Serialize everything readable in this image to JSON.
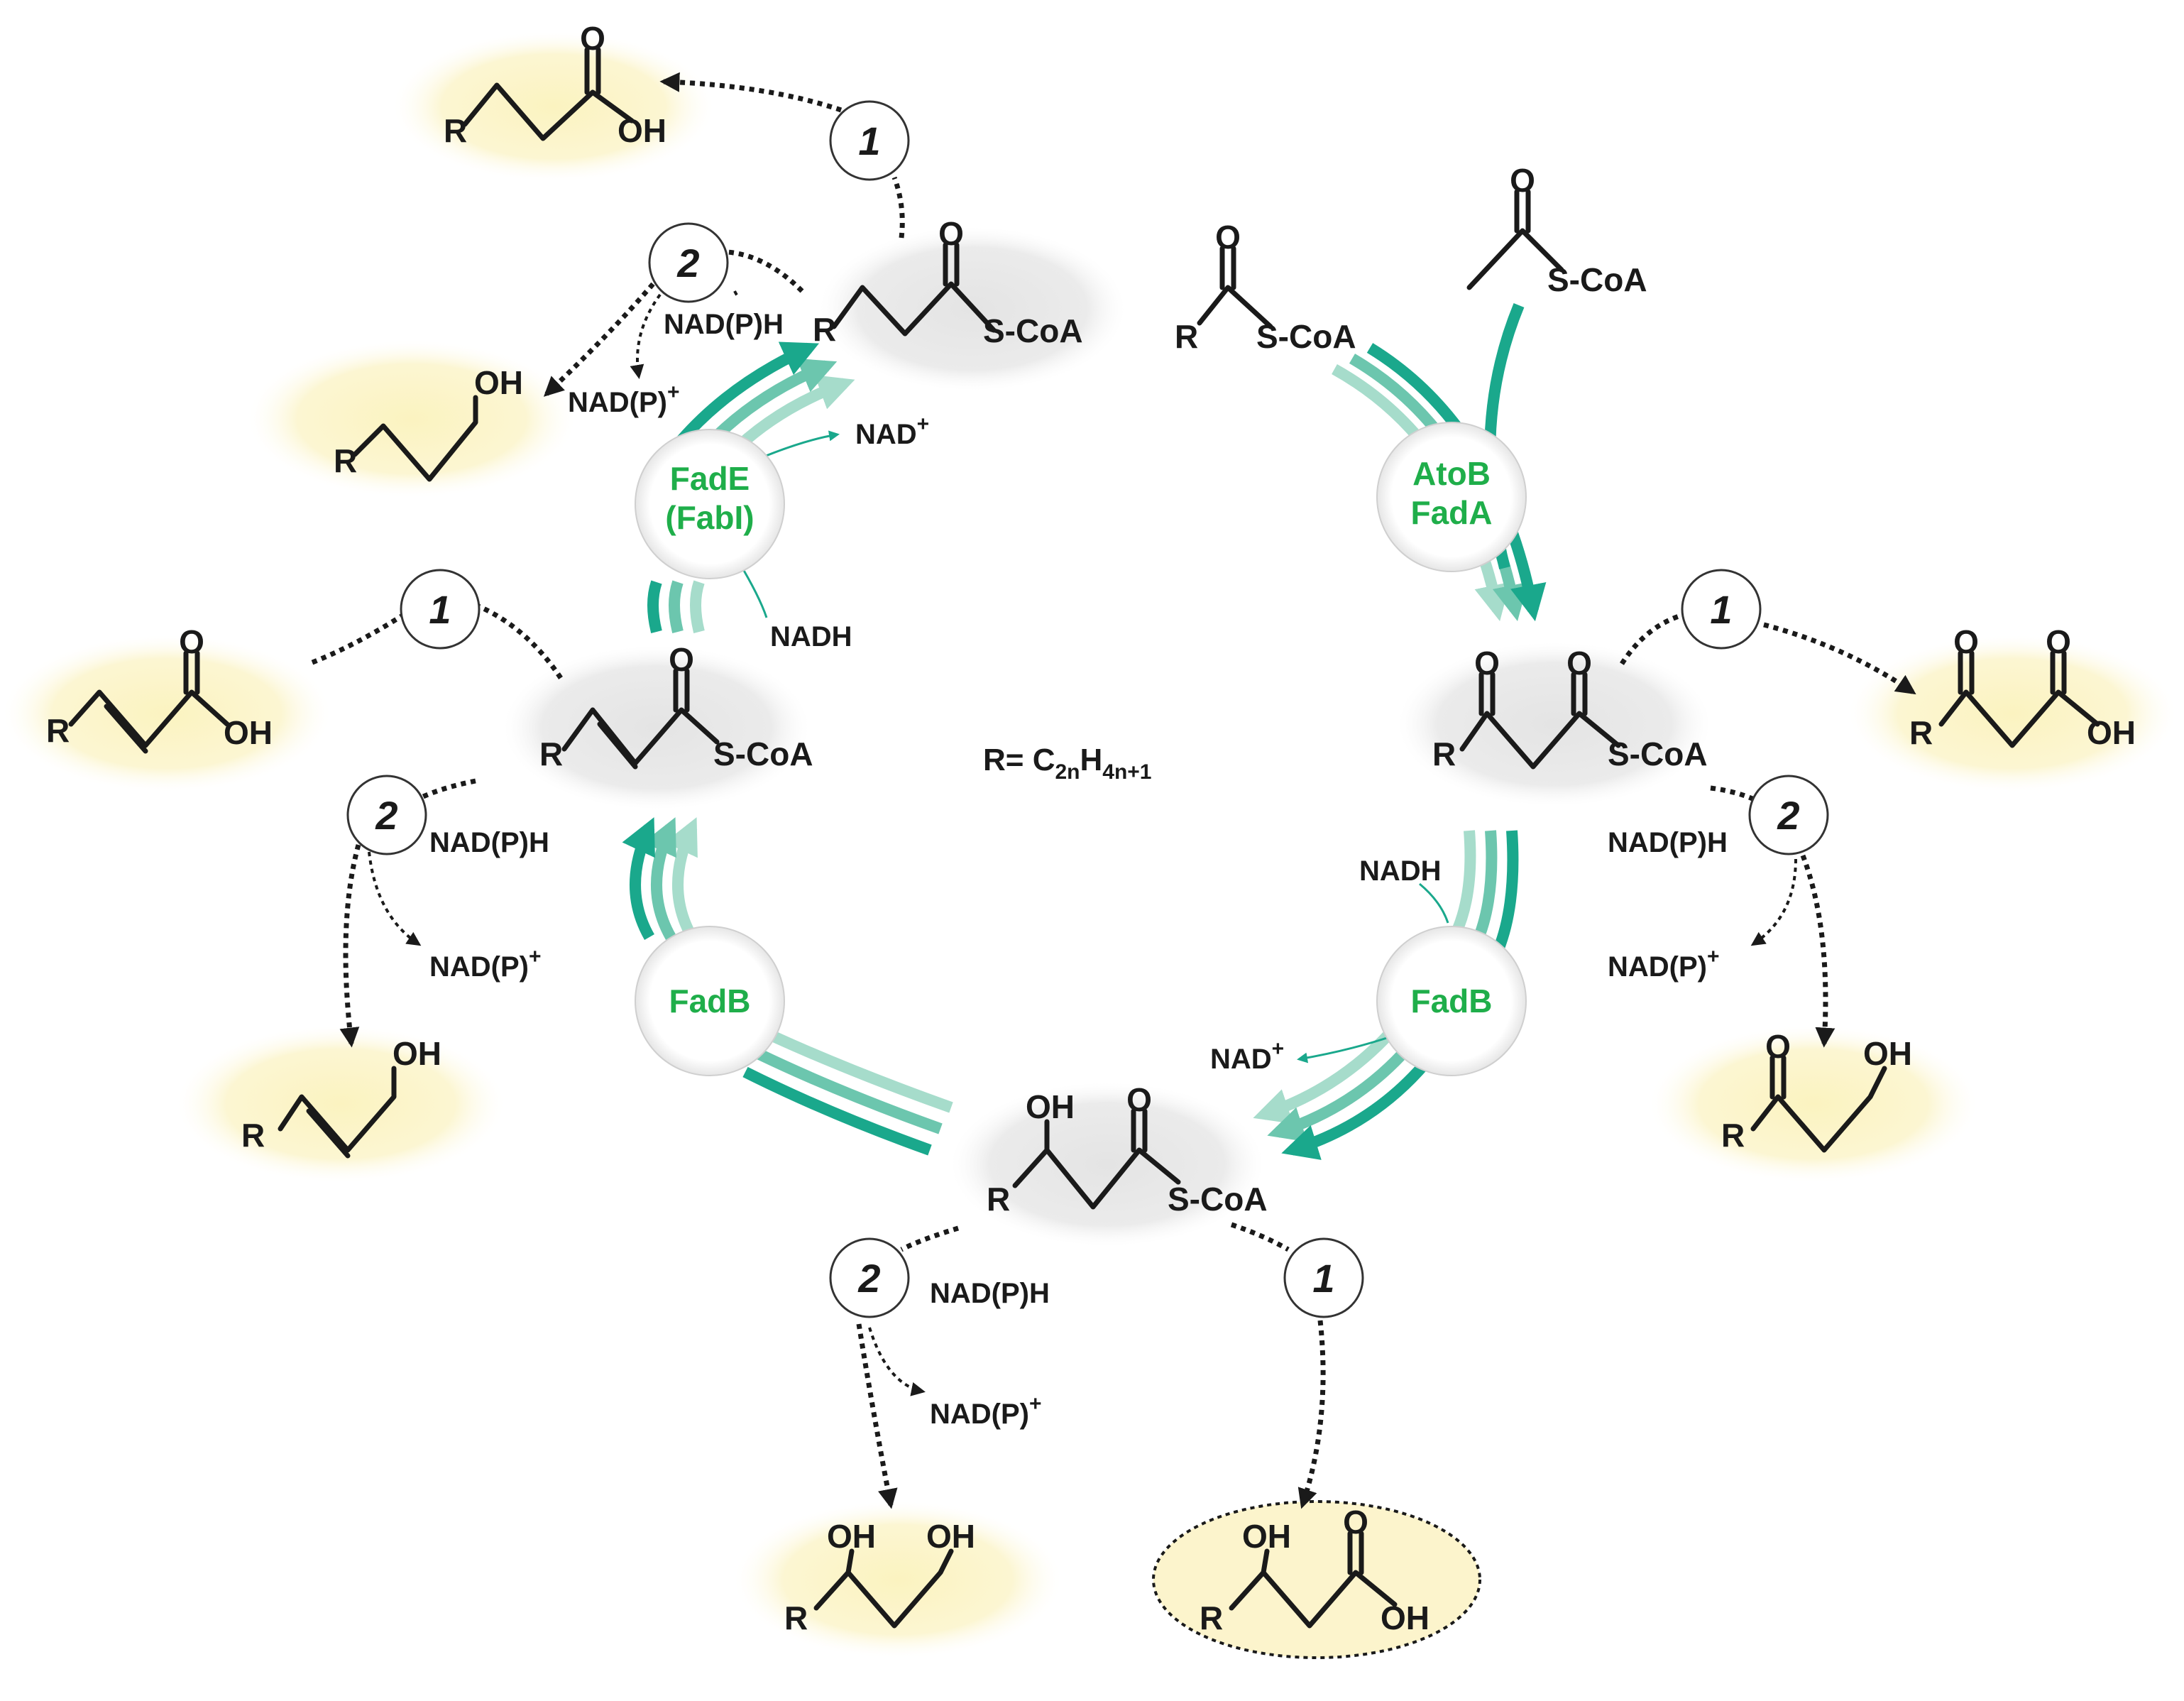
{
  "formula": {
    "prefix": "R= C",
    "sub1": "2n",
    "mid": "H",
    "sub2": "4n+1"
  },
  "atoms": {
    "R": "R",
    "O": "O",
    "OH": "OH",
    "SCoA": "S-CoA"
  },
  "cofactors": {
    "nadph": "NAD(P)H",
    "nadp_plus": "NAD(P)",
    "nad_plus": "NAD",
    "plus": "+",
    "nadh": "NADH"
  },
  "enzymes": {
    "fade_line1": "FadE",
    "fade_line2": "(FabI)",
    "atob_line1": "AtoB",
    "atob_line2": "FadA",
    "fadb": "FadB"
  },
  "routes": {
    "one": "1",
    "two": "2"
  },
  "colors": {
    "enzyme_text": "#1fae4a",
    "arrow_teal": "#1aa88c",
    "arrow_light": "#a6dccb",
    "product_fill": "#fbf5c8",
    "intermediate_fill": "#e8e8e8"
  }
}
